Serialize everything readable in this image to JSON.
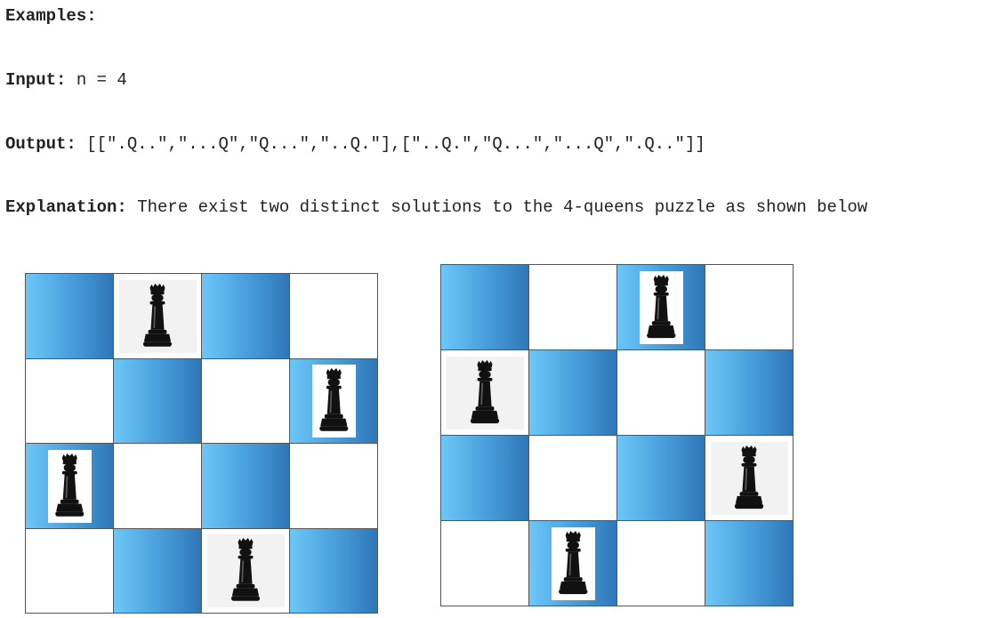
{
  "examples": {
    "heading": "Examples:"
  },
  "input": {
    "label": "Input:",
    "value": " n = 4"
  },
  "output": {
    "label": "Output:",
    "value": " [[\".Q..\",\"...Q\",\"Q...\",\"..Q.\"],[\"..Q.\",\"Q...\",\"...Q\",\".Q..\"]]"
  },
  "explanation": {
    "label": "Explanation:",
    "value": " There exist two distinct solutions to the 4-queens puzzle as shown below"
  },
  "boards": [
    {
      "queen_columns": [
        1,
        3,
        0,
        2
      ],
      "blue_cells": [
        [
          0,
          0
        ],
        [
          0,
          2
        ],
        [
          1,
          1
        ],
        [
          1,
          3
        ],
        [
          2,
          0
        ],
        [
          2,
          2
        ],
        [
          3,
          1
        ],
        [
          3,
          3
        ]
      ],
      "icon": "chess-queen-icon"
    },
    {
      "queen_columns": [
        2,
        0,
        3,
        1
      ],
      "blue_cells": [
        [
          0,
          0
        ],
        [
          0,
          2
        ],
        [
          1,
          1
        ],
        [
          1,
          3
        ],
        [
          2,
          0
        ],
        [
          2,
          2
        ],
        [
          3,
          1
        ],
        [
          3,
          3
        ]
      ],
      "icon": "chess-queen-icon"
    }
  ],
  "colors": {
    "blue_light": "#6cc7f8",
    "blue_dark": "#2f77b8",
    "piece": "#111111"
  }
}
